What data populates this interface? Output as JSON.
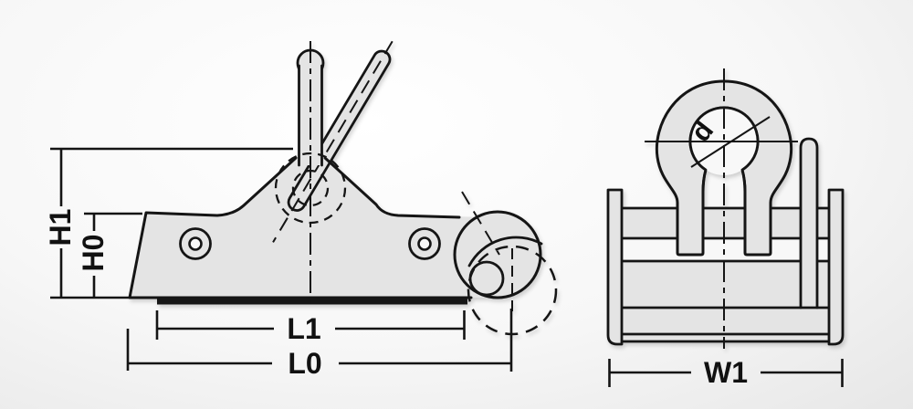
{
  "drawing": {
    "description": "Technical outline drawing of a lifting clamp / permanent magnet lifter shown in side view (left) and front view (right) with dimension annotations",
    "colors": {
      "line": "#151515",
      "fill": "#e4e4e4",
      "magnet_face": "#161616",
      "canvas_center": "#ffffff",
      "canvas_edge": "#e7e7e7"
    },
    "side_view": {
      "labels": {
        "h1": "H1",
        "h0": "H0",
        "l1": "L1",
        "l0": "L0"
      }
    },
    "front_view": {
      "labels": {
        "d": "d",
        "w1": "W1"
      }
    }
  }
}
